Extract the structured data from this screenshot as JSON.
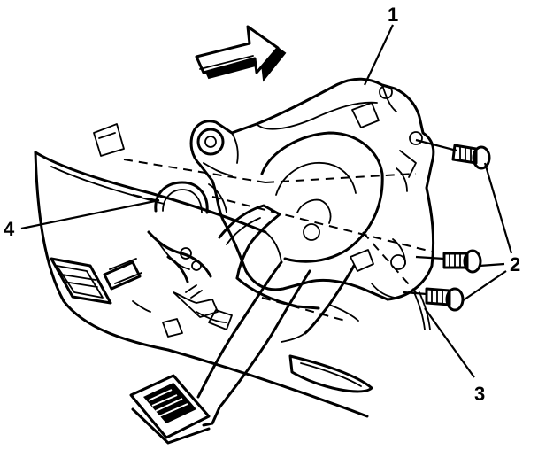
{
  "callouts": {
    "c1": "1",
    "c2": "2",
    "c3": "3",
    "c4": "4"
  },
  "colors": {
    "ink": "#000000",
    "background": "#ffffff"
  }
}
